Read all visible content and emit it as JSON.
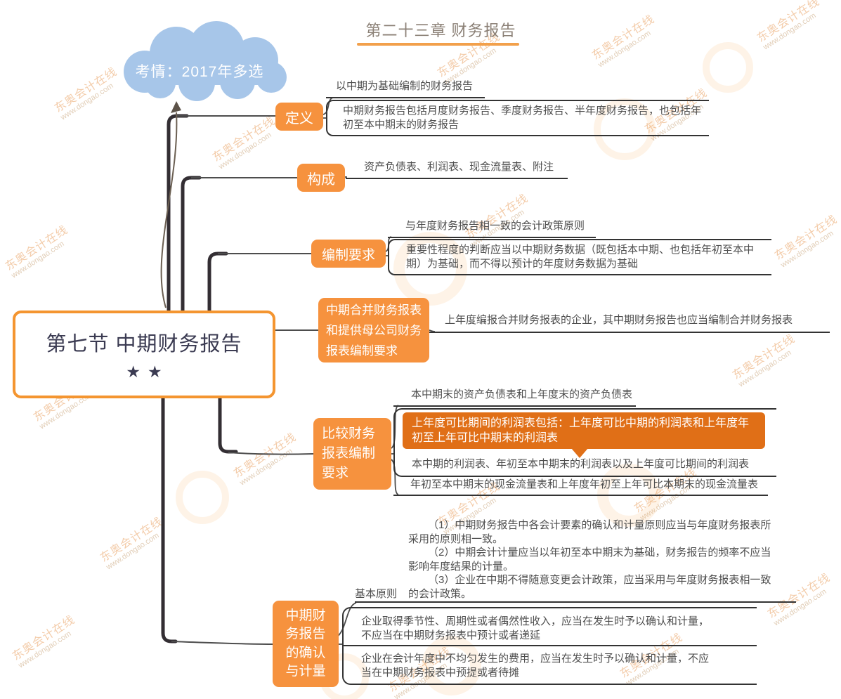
{
  "page_title": "第二十三章 财务报告",
  "cloud": {
    "text": "考情：2017年多选"
  },
  "root": {
    "title": "第七节 中期财务报告",
    "stars": "★★"
  },
  "watermark": {
    "line1": "东奥会计在线",
    "line2": "www.dongao.com"
  },
  "colors": {
    "node_orange": "#f6923e",
    "callout_orange": "#e06f17",
    "accent_orange": "#f49530",
    "cloud_blue": "#a7c6e9",
    "line_dark": "#332e33"
  },
  "branches": {
    "dingyi": {
      "label": "定义",
      "item1": "以中期为基础编制的财务报告",
      "item2": "中期财务报告包括月度财务报告、季度财务报告、半年度财务报告，也包括年初至本中期末的财务报告"
    },
    "goucheng": {
      "label": "构成",
      "item1": "资产负债表、利润表、现金流量表、附注"
    },
    "bianzhi": {
      "label": "编制要求",
      "item1": "与年度财务报告相一致的会计政策原则",
      "item2": "重要性程度的判断应当以中期财务数据（既包括本中期、也包括年初至本中期）为基础，而不得以预计的年度财务数据为基础"
    },
    "hebing": {
      "label": "中期合并财务报表和提供母公司财务报表编制要求",
      "item1": "上年度编报合并财务报表的企业，其中期财务报告也应当编制合并财务报表"
    },
    "bijiao": {
      "label": "比较财务报表编制要求",
      "item1": "本中期末的资产负债表和上年度末的资产负债表",
      "callout": "上年度可比期间的利润表包括：上年度可比中期的利润表和上年度年初至上年可比中期末的利润表",
      "item2": "本中期的利润表、年初至本中期末的利润表以及上年度可比期间的利润表",
      "item3": "年初至本中期末的现金流量表和上年度年初至上年可比本期末的现金流量表"
    },
    "queren": {
      "label": "中期财务报告的确认与计量",
      "item1_label": "基本原则",
      "item1_paras": [
        "（1）中期财务报告中各会计要素的确认和计量原则应当与年度财务报表所采用的原则相一致。",
        "（2）中期会计计量应当以年初至本中期末为基础，财务报告的频率不应当影响年度结果的计量。",
        "（3）企业在中期不得随意变更会计政策，应当采用与年度财务报表相一致的会计政策。"
      ],
      "item2": "企业取得季节性、周期性或者偶然性收入，应当在发生时予以确认和计量，不应当在中期财务报表中预计或者递延",
      "item3": "企业在会计年度中不均匀发生的费用，应当在发生时予以确认和计量，不应当在中期财务报表中预提或者待摊"
    }
  }
}
